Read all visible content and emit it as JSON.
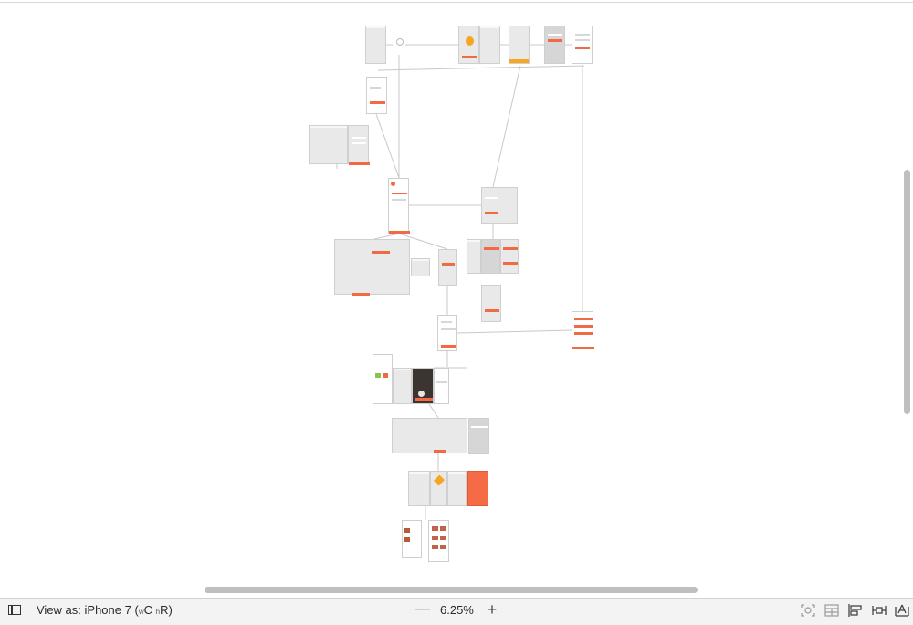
{
  "canvas": {
    "scene_fill": "#e9e9e9",
    "accent": "#f26a44",
    "segue_color": "#c8c8c8"
  },
  "bottom_bar": {
    "outline_icon": "document-outline-toggle-icon",
    "view_as_label": "View as: iPhone 7",
    "size_class": {
      "open": "(",
      "w_prefix": "w",
      "w_value": "C",
      "h_prefix": "h",
      "h_value": "R",
      "close": ")"
    },
    "zoom_out_symbol": "—",
    "zoom_level": "6.25%",
    "zoom_in_symbol": "+",
    "tools": [
      "resolve-autolayout-issues-icon",
      "embed-in-stack-icon",
      "align-icon",
      "add-constraints-icon",
      "resolve-constraints-icon"
    ]
  }
}
